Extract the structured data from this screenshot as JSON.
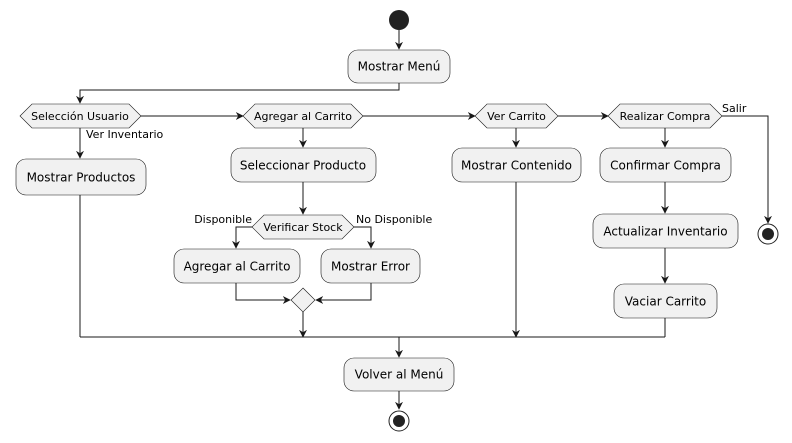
{
  "actions": {
    "mostrar_menu": "Mostrar Menú",
    "mostrar_productos": "Mostrar Productos",
    "seleccionar_producto": "Seleccionar Producto",
    "agregar_al_carrito": "Agregar al Carrito",
    "mostrar_error": "Mostrar Error",
    "mostrar_contenido": "Mostrar Contenido",
    "confirmar_compra": "Confirmar Compra",
    "actualizar_inventario": "Actualizar Inventario",
    "vaciar_carrito": "Vaciar Carrito",
    "volver_al_menu": "Volver al Menú"
  },
  "decisions": {
    "seleccion_usuario": "Selección Usuario",
    "agregar_al_carrito": "Agregar al Carrito",
    "verificar_stock": "Verificar Stock",
    "ver_carrito": "Ver Carrito",
    "realizar_compra": "Realizar Compra"
  },
  "guards": {
    "ver_inventario": "Ver Inventario",
    "disponible": "Disponible",
    "no_disponible": "No Disponible",
    "salir": "Salir"
  },
  "colors": {
    "node_fill": "#f1f1f1",
    "stroke": "#181818",
    "start_fill": "#222222"
  }
}
